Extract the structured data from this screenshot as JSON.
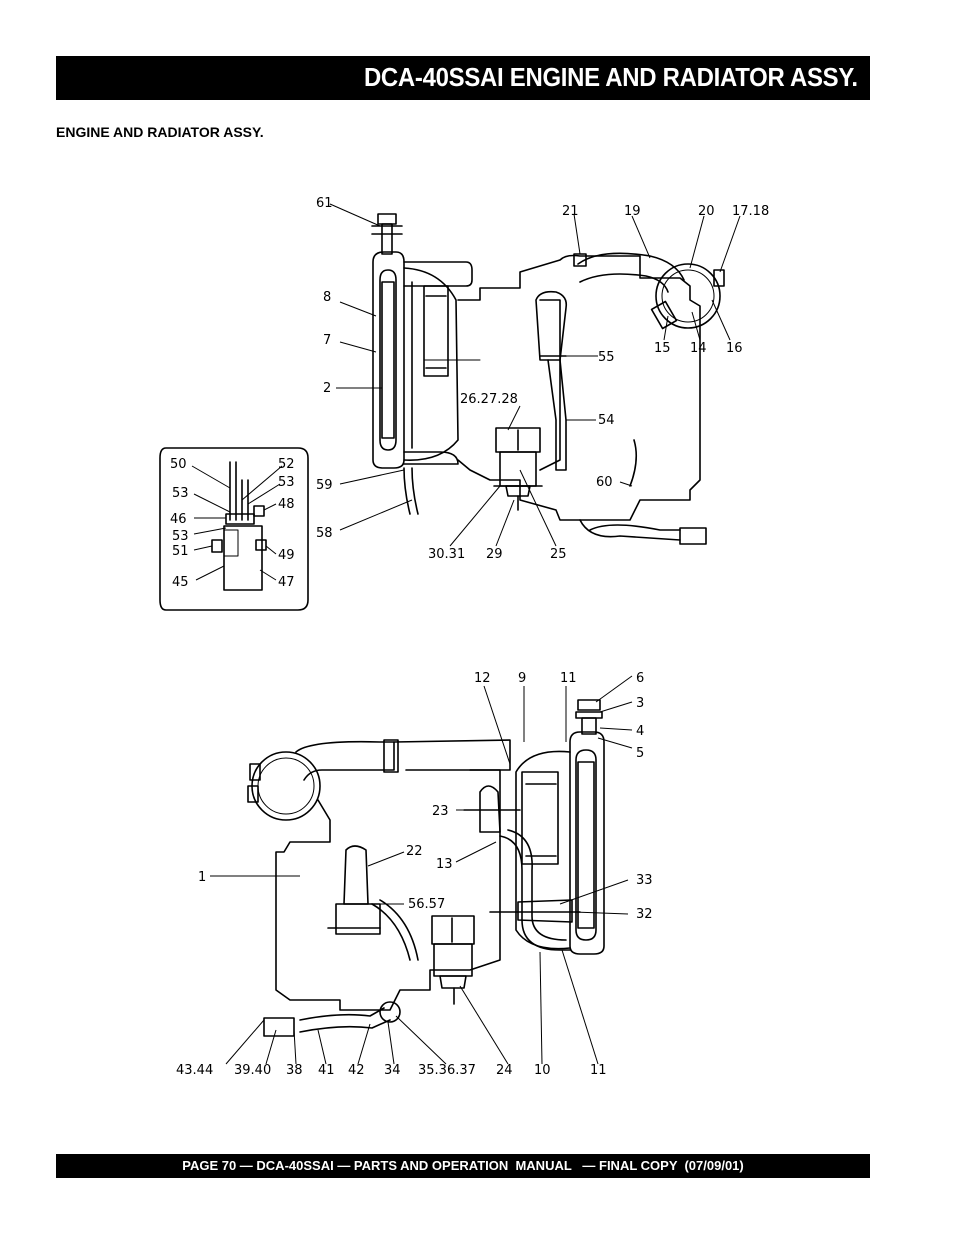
{
  "header": {
    "title": "DCA-40SSAI  ENGINE AND RADIATOR ASSY."
  },
  "section": {
    "subtitle": "ENGINE AND RADIATOR ASSY."
  },
  "diagram_top": {
    "callouts": [
      "61",
      "21",
      "19",
      "20",
      "17.18",
      "8",
      "7",
      "2",
      "15",
      "14",
      "16",
      "55",
      "54",
      "26.27.28",
      "60",
      "59",
      "58",
      "30.31",
      "29",
      "25"
    ],
    "inset_callouts": [
      "50",
      "52",
      "53",
      "53",
      "48",
      "46",
      "53",
      "51",
      "49",
      "45",
      "47"
    ]
  },
  "diagram_bottom": {
    "callouts": [
      "12",
      "9",
      "11",
      "6",
      "3",
      "4",
      "5",
      "23",
      "22",
      "1",
      "13",
      "33",
      "56.57",
      "32",
      "43.44",
      "39.40",
      "38",
      "41",
      "42",
      "34",
      "35.36.37",
      "24",
      "10",
      "11"
    ]
  },
  "footer": {
    "text": "PAGE 70 — DCA-40SSAI — PARTS AND OPERATION  MANUAL   — FINAL COPY  (07/09/01)"
  }
}
